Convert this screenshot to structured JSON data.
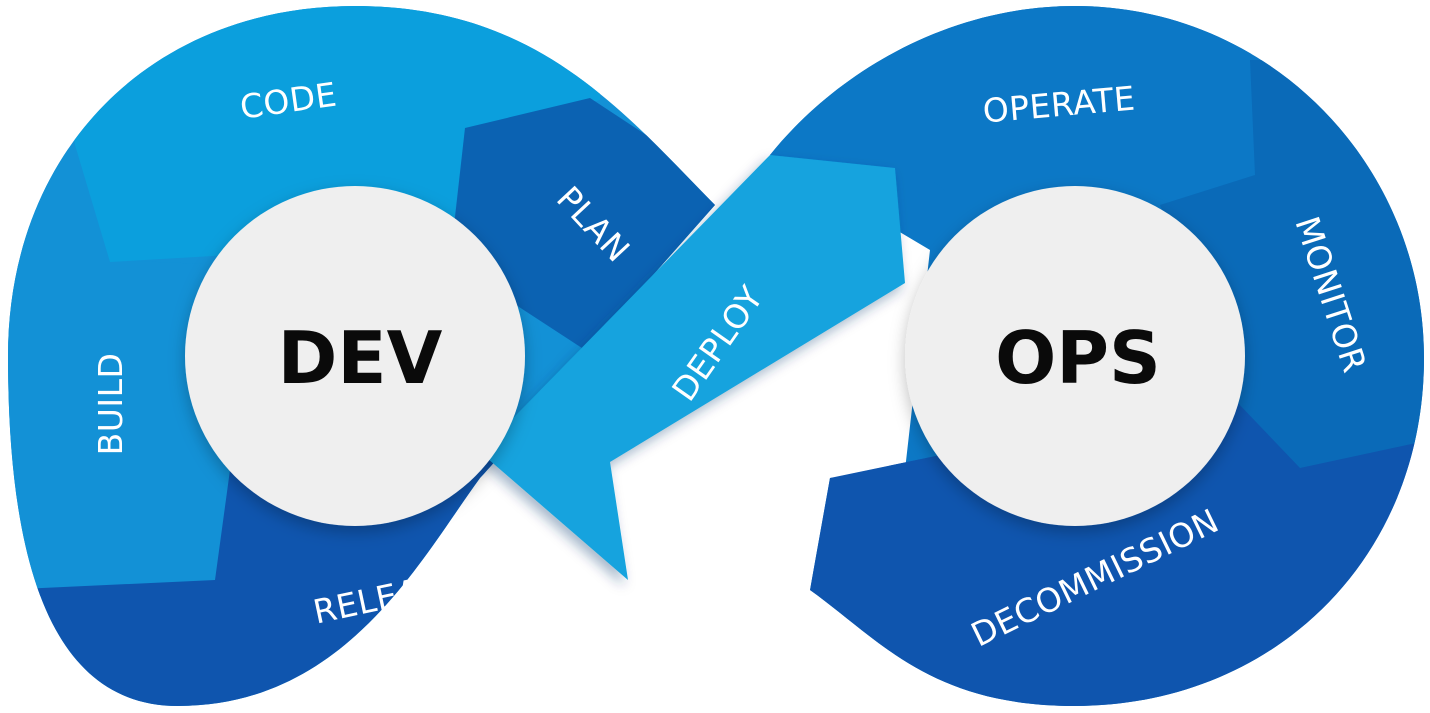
{
  "dev_loop": {
    "hub_label": "DEV",
    "stages": {
      "code": "CODE",
      "plan": "PLAN",
      "build": "BUILD",
      "release": "RELEASE"
    }
  },
  "bridge": {
    "label": "DEPLOY"
  },
  "ops_loop": {
    "hub_label": "OPS",
    "stages": {
      "operate": "OPERATE",
      "monitor": "MONITOR",
      "decommission": "DECOMMISSION"
    }
  },
  "colors": {
    "light_blue": "#0b9fdd",
    "sky_blue": "#1391d6",
    "mid_blue": "#0c78c6",
    "steel_blue": "#0a6ab8",
    "plan_blue": "#0b62b2",
    "dark_blue": "#0f55ae",
    "deploy_blue": "#12a3de",
    "hub_fill": "#efefef",
    "hub_text": "#0a0a0a",
    "stage_text": "#ffffff"
  }
}
